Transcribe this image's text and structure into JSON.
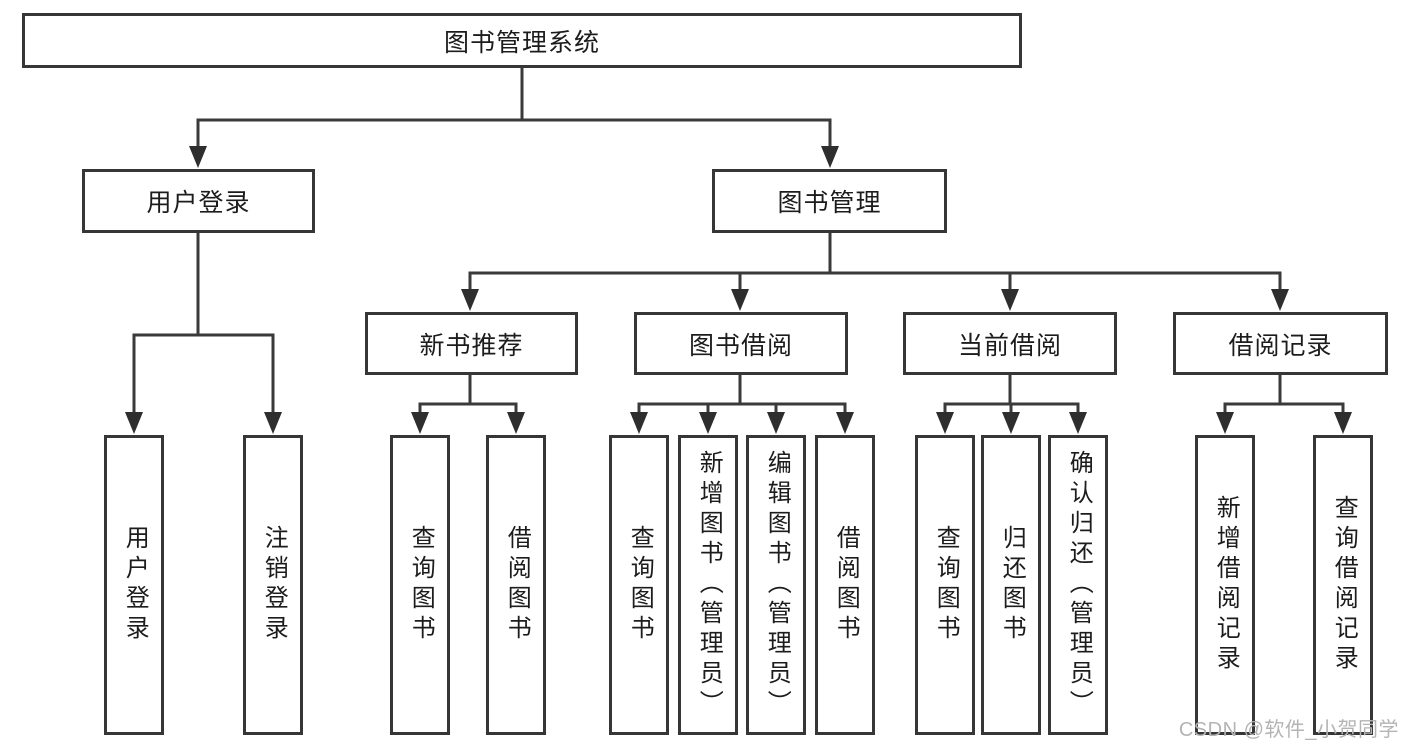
{
  "tree": {
    "root": {
      "label": "图书管理系统"
    },
    "branches": [
      {
        "label": "用户登录",
        "children": [
          {
            "label": "用户登录"
          },
          {
            "label": "注销登录"
          }
        ]
      },
      {
        "label": "图书管理",
        "children": [
          {
            "label": "新书推荐",
            "children": [
              {
                "label": "查询图书"
              },
              {
                "label": "借阅图书"
              }
            ]
          },
          {
            "label": "图书借阅",
            "children": [
              {
                "label": "查询图书"
              },
              {
                "label": "新增图书（管理员）"
              },
              {
                "label": "编辑图书（管理员）"
              },
              {
                "label": "借阅图书"
              }
            ]
          },
          {
            "label": "当前借阅",
            "children": [
              {
                "label": "查询图书"
              },
              {
                "label": "归还图书"
              },
              {
                "label": "确认归还（管理员）"
              }
            ]
          },
          {
            "label": "借阅记录",
            "children": [
              {
                "label": "新增借阅记录"
              },
              {
                "label": "查询借阅记录"
              }
            ]
          }
        ]
      }
    ]
  },
  "watermark": "CSDN @软件_小贺同学",
  "colors": {
    "line": "#3a3a3a",
    "arrow": "#2e2e2e",
    "box_border": "#363636",
    "box_fill": "#ffffff",
    "text": "#1c1c1c",
    "watermark": "#b4b4b4"
  }
}
